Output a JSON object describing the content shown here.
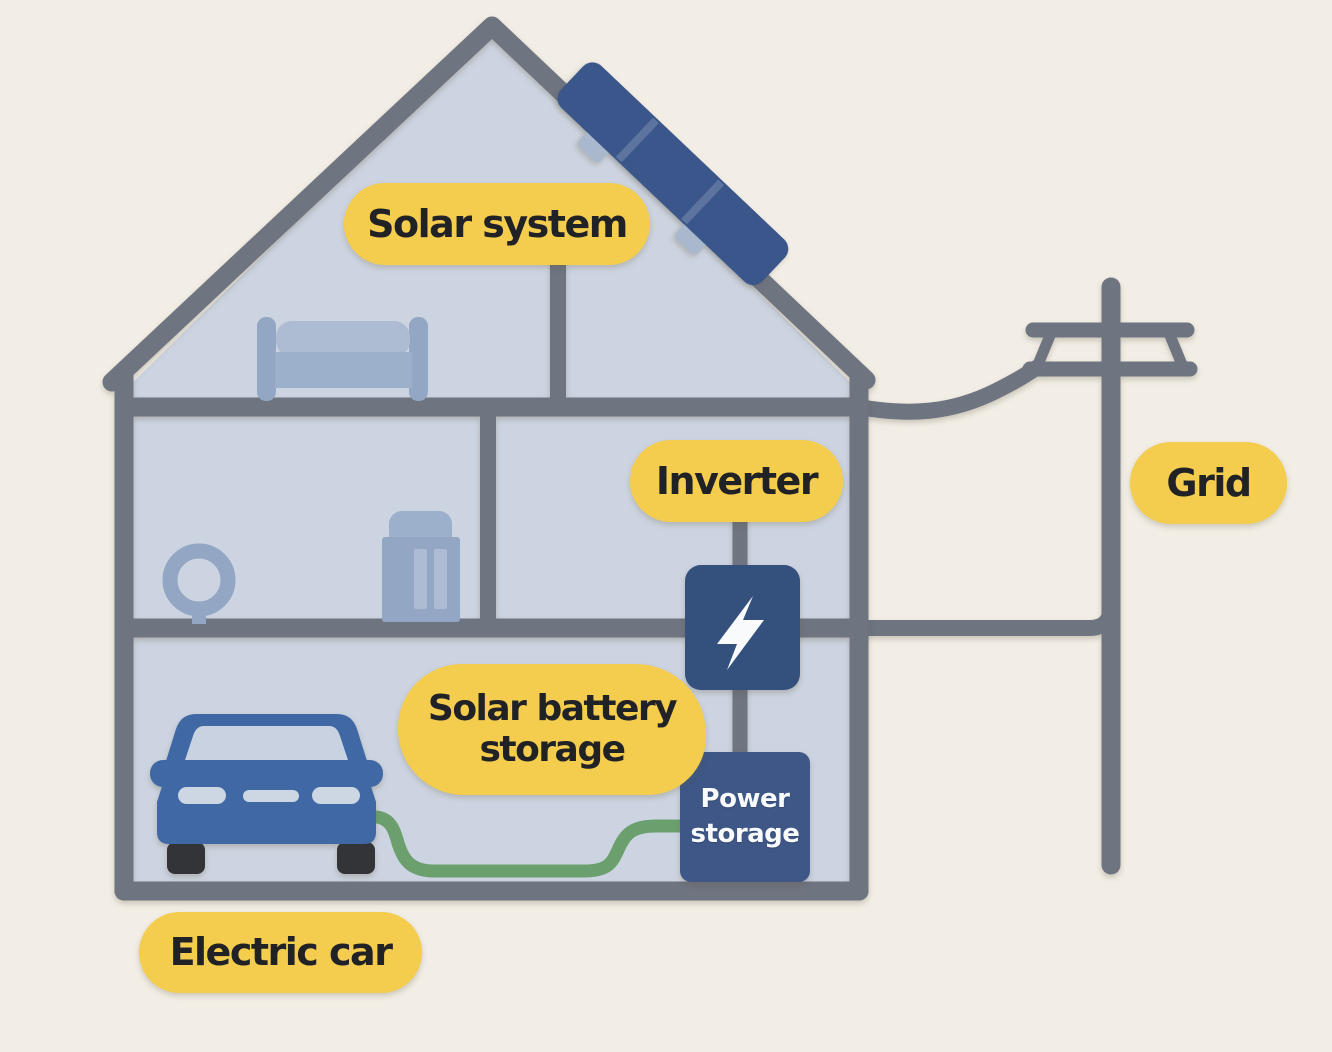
{
  "palette": {
    "background": "#f2eee6",
    "room_fill": "#cdd4e1",
    "frame_gray": "#6e7480",
    "label_yellow": "#f4cc4e",
    "label_text": "#212226",
    "inverter_navy": "#34507d",
    "storage_navy": "#3e5787",
    "panel_navy": "#3a568a",
    "panel_foot": "#a9b8cc",
    "car_blue": "#3f68a4",
    "car_glass": "#c9d2e0",
    "car_trim": "#cdd7e3",
    "wheel_dark": "#333438",
    "furniture_blue": "#93a6c4",
    "furniture_light": "#adbcd3",
    "furniture_mid": "#9cafcb",
    "cable_green": "#6ba06e",
    "bolt_white": "#f8fafc"
  },
  "labels": {
    "solar_system": "Solar system",
    "inverter": "Inverter",
    "grid": "Grid",
    "solar_battery_storage": "Solar battery storage",
    "electric_car": "Electric car"
  },
  "power_storage_box": {
    "line1": "Power",
    "line2": "storage"
  },
  "icons": {
    "inverter_symbol": "lightning-bolt",
    "roof_device": "solar-panel",
    "attic_furniture": "bed",
    "middle_floor_furniture": [
      "round-mirror",
      "cabinet"
    ],
    "garage_vehicle": "electric-car",
    "right_structure": "utility-pole"
  }
}
